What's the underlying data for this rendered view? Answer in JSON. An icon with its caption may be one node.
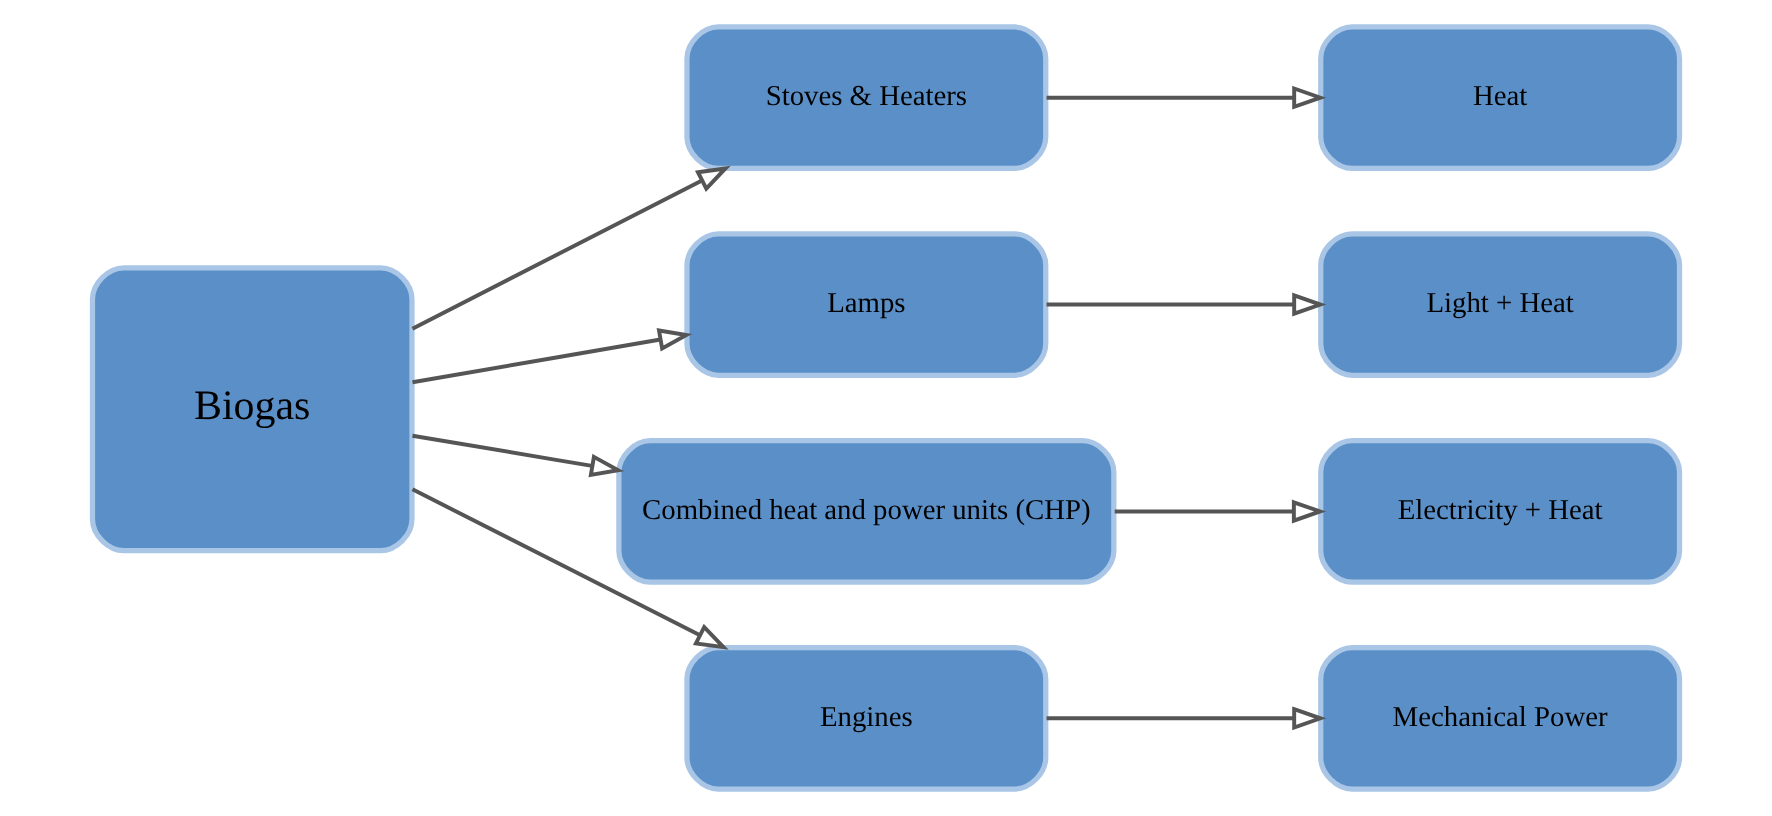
{
  "diagram": {
    "nodes": [
      {
        "text": [
          "Biogas"
        ]
      },
      {
        "text": [
          "Stoves & Heaters"
        ]
      },
      {
        "text": [
          "Heat"
        ]
      },
      {
        "text": [
          "Lamps"
        ]
      },
      {
        "text": [
          "Light + Heat"
        ]
      },
      {
        "text": [
          "Combined heat and power units (CHP)"
        ]
      },
      {
        "text": [
          "Electricity + Heat"
        ]
      },
      {
        "text": [
          "Engines"
        ]
      },
      {
        "text": [
          "Mechanical Power"
        ]
      }
    ],
    "edges": [
      {
        "from": 0,
        "to": 1,
        "arrow": "to"
      },
      {
        "from": 0,
        "to": 3,
        "arrow": "to"
      },
      {
        "from": 0,
        "to": 5,
        "arrow": "to"
      },
      {
        "from": 0,
        "to": 7,
        "arrow": "to"
      },
      {
        "from": 1,
        "to": 2,
        "arrow": "to"
      },
      {
        "from": 3,
        "to": 4,
        "arrow": "to"
      },
      {
        "from": 5,
        "to": 6,
        "arrow": "to"
      },
      {
        "from": 7,
        "to": 8,
        "arrow": "to"
      }
    ]
  }
}
